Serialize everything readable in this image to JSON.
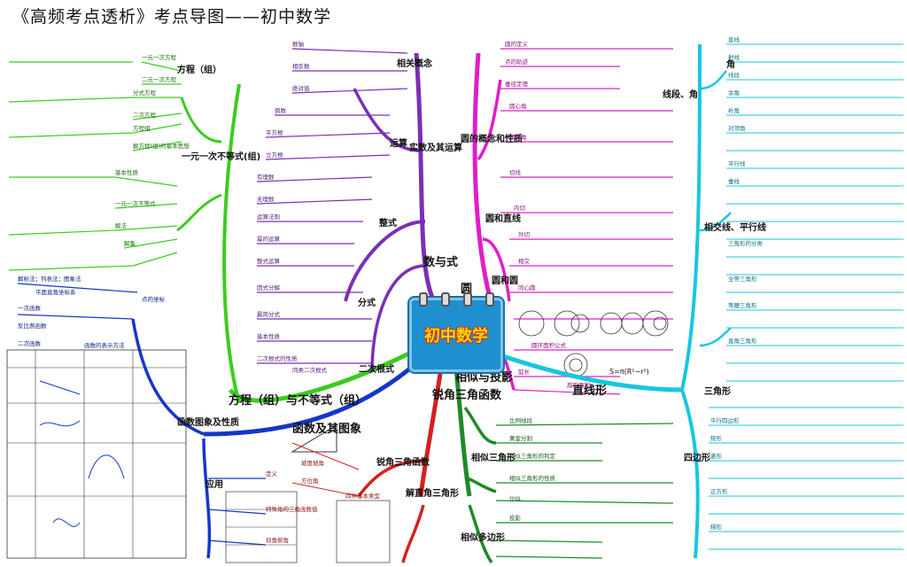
{
  "title": "《高频考点透析》考点导图——初中数学",
  "center": {
    "label": "初中数学"
  },
  "colors": {
    "green": "#3ccc1e",
    "purple": "#7b2fb5",
    "blue": "#1537c8",
    "magenta": "#e01ec8",
    "cyan": "#18c6e0",
    "darkgreen": "#1e8a2a",
    "red": "#d42020",
    "navy": "#0a1f8f"
  },
  "branches": {
    "fangcheng": "方程（组）与不等式（组）",
    "fangcheng_zu": "方程（组）",
    "budengshi": "一元一次不等式(组)",
    "shuyushi": "数与式",
    "shishu": "实数及其运算",
    "zhengshi": "整式",
    "fenshi": "分式",
    "ercigenshi": "二次根式",
    "hanshu": "函数及其图象",
    "hanshu_tu": "函数图象及性质",
    "yingyong": "应用",
    "ruijiao": "锐角三角函数",
    "ruijiao_ce": "锐角三角函数",
    "jieshi": "解直角三角形",
    "xiangsi": "相似与投影",
    "xiangsi_sj": "相似三角形",
    "xiangsi_dbx": "相似多边形",
    "yuan": "圆",
    "yuan_gainian": "圆的概念和性质",
    "yuan_zhixian": "圆和直线",
    "yuan_yuan": "圆和圆",
    "zhixianxing": "直线形",
    "xianduan": "线段、角",
    "xiangjiao": "相交线、平行线",
    "sanjiao": "三角形",
    "sibian": "四边形",
    "jiao": "角",
    "xiangguan": "相关概念",
    "yunsuan": "运算"
  },
  "leaves": {
    "green": [
      "一元一次方程",
      "二元一次方程",
      "分式方程",
      "二次方程",
      "方程组",
      "解方程(组)的基本思想",
      "基本性质",
      "一元一次不等式",
      "解法",
      "解集"
    ],
    "purple": [
      "数轴",
      "相反数",
      "绝对值",
      "倒数",
      "平方根",
      "立方根",
      "有理数",
      "无理数",
      "运算法则",
      "幂的运算",
      "整式运算",
      "因式分解",
      "最简分式",
      "基本性质",
      "二次根式的性质",
      "同类二次根式"
    ],
    "blue": [
      "一次函数",
      "反比例函数",
      "二次函数",
      "函数的表示方法",
      "解析法；列表法；图象法",
      "点的坐标",
      "平面直角坐标系"
    ],
    "red": [
      "定义",
      "特殊角的三角函数值",
      "仰角俯角",
      "坡度坡角",
      "方位角",
      "四种基本类型"
    ],
    "darkgreen": [
      "比例线段",
      "黄金分割",
      "相似三角形的判定",
      "相似三角形的性质",
      "位似",
      "投影"
    ],
    "magenta": [
      "圆的定义",
      "点的轨迹",
      "垂径定理",
      "圆心角",
      "圆周角",
      "切线",
      "内切",
      "外切",
      "相交",
      "同心圆",
      "圆环面积公式",
      "弧长",
      "扇形面积"
    ],
    "cyan": [
      "直线",
      "射线",
      "线段",
      "余角",
      "补角",
      "对顶角",
      "平行线",
      "垂线",
      "三角形的分类",
      "全等三角形",
      "等腰三角形",
      "直角三角形",
      "平行四边形",
      "矩形",
      "菱形",
      "正方形",
      "梯形"
    ]
  },
  "formulas": {
    "circle_ring_area": "S=π(R²−r²)",
    "center_caption": "初中数学"
  }
}
